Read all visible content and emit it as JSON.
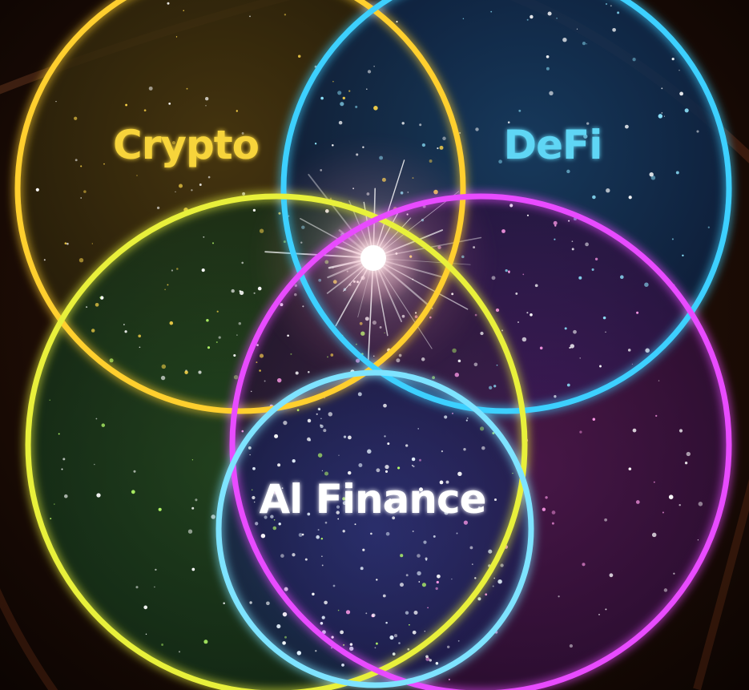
{
  "diagram": {
    "type": "venn",
    "sets": [
      {
        "label": "Crypto",
        "color": "#f7d43a"
      },
      {
        "label": "DeFi",
        "color": "#5fd6f5"
      },
      {
        "label": "Al Finance",
        "color": "#ffffff"
      }
    ],
    "ring_colors": {
      "top_left": "#ffcf2e",
      "top_right": "#3ed0ff",
      "bottom_left": "#e8f03a",
      "bottom_right": "#e84bff",
      "bottom_center": "#7ee3ff"
    },
    "center_glow_color": "#ffffff"
  }
}
